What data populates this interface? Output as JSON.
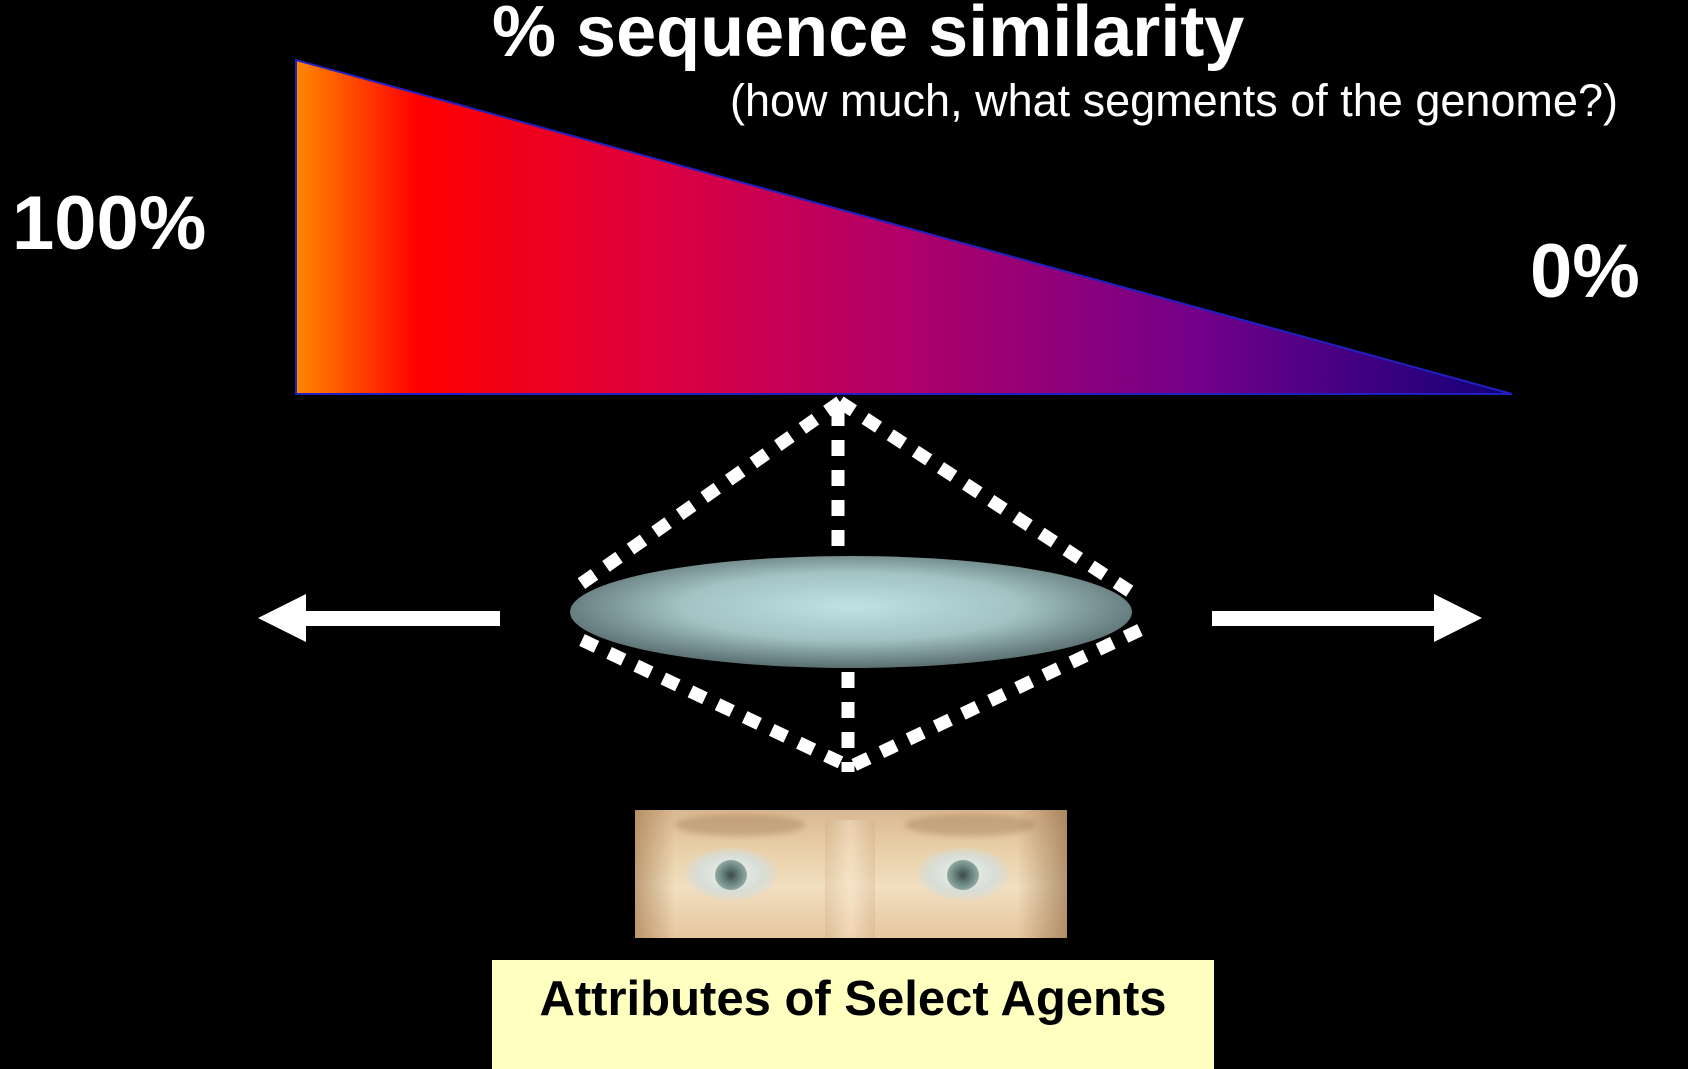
{
  "title": "% sequence similarity",
  "subtitle": "(how much, what segments of the genome?)",
  "scale": {
    "high_label": "100%",
    "low_label": "0%",
    "gradient_colors": [
      "#ff8800",
      "#ff0000",
      "#c8005a",
      "#880088",
      "#1a0080"
    ]
  },
  "arrows": {
    "color": "#ffffff"
  },
  "lens": {
    "color": "#a8c8c8"
  },
  "caption": {
    "text": "Attributes of Select Agents",
    "background": "#ffffc0"
  }
}
